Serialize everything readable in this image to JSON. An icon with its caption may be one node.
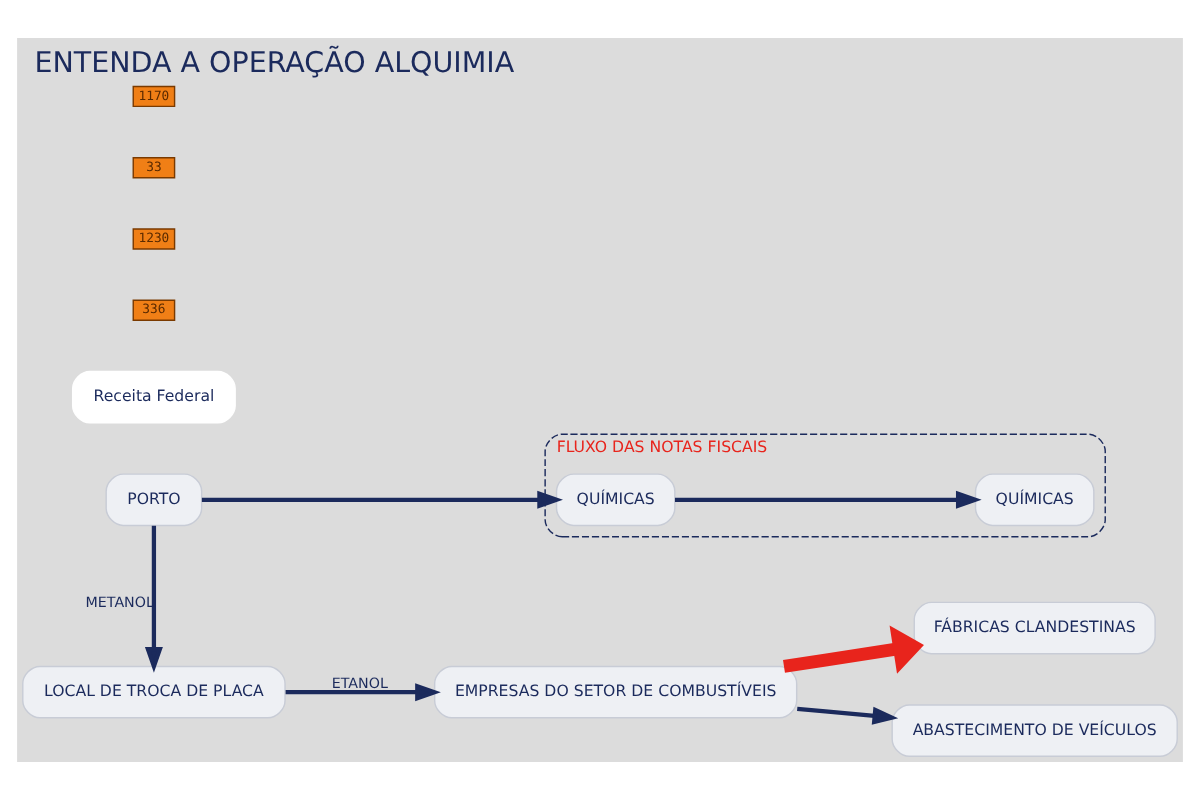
{
  "diagram": {
    "title": "ENTENDA A OPERAÇÃO ALQUIMIA",
    "nodes": [
      {
        "text": [
          "PORTO"
        ]
      },
      {
        "text": [
          "FLUXO DAS NOTAS FISCAIS"
        ]
      },
      {
        "text": [
          "QUÍMICAS"
        ],
        "in": 1
      },
      {
        "text": [
          "QUÍMICAS"
        ],
        "in": 1
      },
      {
        "text": [
          "FÁBRICAS CLANDESTINAS"
        ]
      },
      {
        "text": [
          "LOCAL DE TROCA DE PLACA"
        ]
      },
      {
        "text": [
          "EMPRESAS DO SETOR DE COMBUSTÍVEIS"
        ]
      },
      {
        "text": [
          "ABASTECIMENTO DE VEÍCULOS"
        ]
      }
    ],
    "edges": [
      {
        "from": 0,
        "to": 2,
        "arrow": "to"
      },
      {
        "from": 2,
        "to": 3,
        "arrow": "to"
      },
      {
        "from": 0,
        "to": 5,
        "arrow": "to",
        "label": "METANOL"
      },
      {
        "from": 5,
        "to": 6,
        "arrow": "to",
        "label": "ETANOL"
      },
      {
        "from": 6,
        "to": 4,
        "arrow": "to",
        "style": "thick",
        "color": "#e8241c"
      },
      {
        "from": 6,
        "to": 7,
        "arrow": "to"
      }
    ],
    "labels": [
      "Receita Federal",
      "336",
      "1230",
      "33",
      "1170"
    ]
  }
}
